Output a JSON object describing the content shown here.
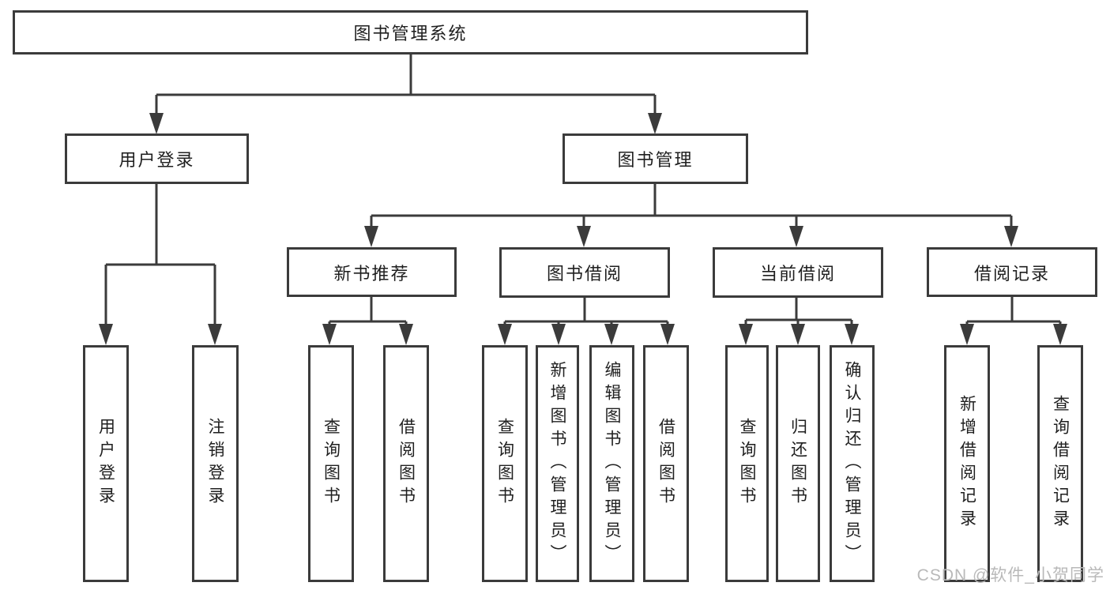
{
  "colors": {
    "line": "#3b3b3b",
    "text": "#1f1f1f",
    "watermark": "#b9b9b9",
    "background": "#ffffff"
  },
  "watermark": {
    "text": "CSDN @软件_小贺同学"
  },
  "tree": {
    "label": "图书管理系统",
    "children": [
      {
        "label": "用户登录",
        "children": [
          {
            "label": "用户登录"
          },
          {
            "label": "注销登录"
          }
        ]
      },
      {
        "label": "图书管理",
        "children": [
          {
            "label": "新书推荐",
            "children": [
              {
                "label": "查询图书"
              },
              {
                "label": "借阅图书"
              }
            ]
          },
          {
            "label": "图书借阅",
            "children": [
              {
                "label": "查询图书"
              },
              {
                "label": "新增图书（管理员）"
              },
              {
                "label": "编辑图书（管理员）"
              },
              {
                "label": "借阅图书"
              }
            ]
          },
          {
            "label": "当前借阅",
            "children": [
              {
                "label": "查询图书"
              },
              {
                "label": "归还图书"
              },
              {
                "label": "确认归还（管理员）"
              }
            ]
          },
          {
            "label": "借阅记录",
            "children": [
              {
                "label": "新增借阅记录"
              },
              {
                "label": "查询借阅记录"
              }
            ]
          }
        ]
      }
    ]
  }
}
